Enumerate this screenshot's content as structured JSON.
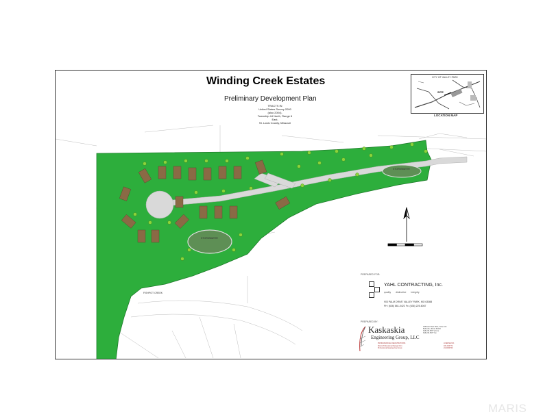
{
  "plan": {
    "title": "Winding Creek Estates",
    "subtitle": "Preliminary Development Plan",
    "tracts_lines": [
      "TRACTS IN",
      "United States Survey 2000",
      "(also 2004),",
      "Township 44 North, Range 6 East,",
      "St. Louis County, Missouri"
    ]
  },
  "location_map": {
    "city_label": "CITY OF VALLEY PARK",
    "site_label": "SITE",
    "caption": "LOCATION MAP"
  },
  "labels": {
    "fishpot_creek": "FISHPOT CREEK",
    "stormwater": "STORMWATER"
  },
  "prepared_for": {
    "heading": "PREPARED FOR:",
    "company": "YAHL CONTRACTING, Inc.",
    "tagline": "quality distinctive integrity",
    "address": "903 PALM DRIVE  VALLEY PARK, MO 63088",
    "phone": "PH: (636) 861-0422  Fx: (636) 225-6067"
  },
  "prepared_by": {
    "heading": "PREPARED BY:",
    "company": "Kaskaskia",
    "company_sub": "Engineering Group, LLC",
    "address_lines": [
      "208 East West Main, Suite 100",
      "Belleville, Illinois 62220",
      "618-233-5877 phone",
      "618-233-5977 fax"
    ],
    "license_lines": [
      "PROFESSIONAL REGISTRATIONS",
      "Illinois Professional Design Firm",
      "Professional Engineering Group"
    ],
    "license_numbers": [
      "LICENSE NO.",
      "184-004774",
      "24-0000760"
    ]
  },
  "watermark": "MARIS",
  "colors": {
    "site_green": "#2dae3c",
    "road_gray": "#d9d9d9",
    "lot_brown": "#8a6a45",
    "pond_green": "#5e8f55"
  }
}
